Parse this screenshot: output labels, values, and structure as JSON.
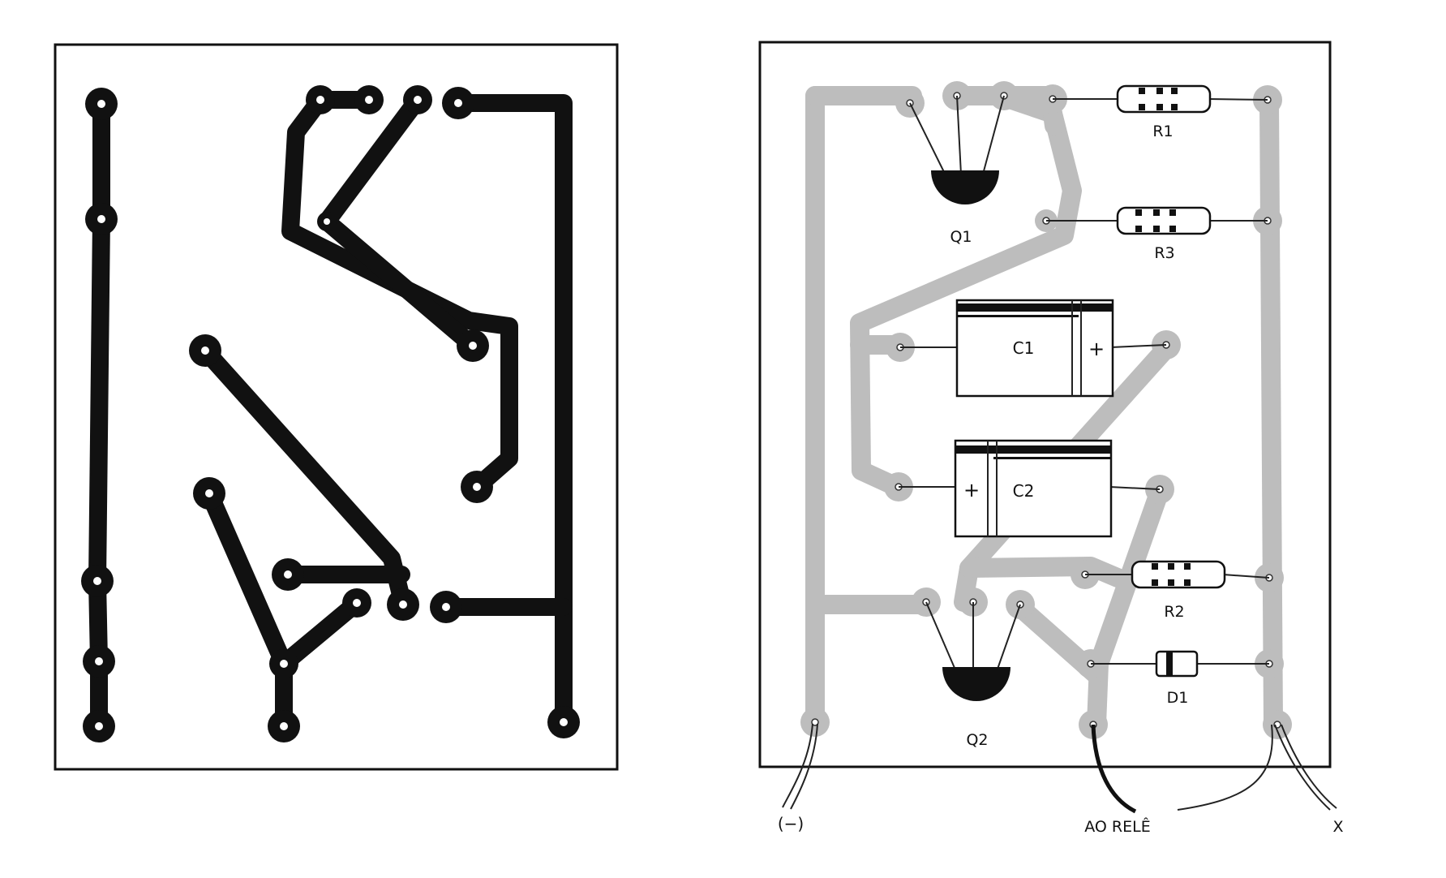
{
  "figure": {
    "labels": {
      "r1": "R1",
      "r3": "R3",
      "r2": "R2",
      "q1": "Q1",
      "q2": "Q2",
      "c1": "C1",
      "c2": "C2",
      "d1": "D1",
      "plus": "+",
      "neg_terminal": "(−)",
      "relay_terminal": "AO RELÊ",
      "x_terminal": "X"
    }
  }
}
